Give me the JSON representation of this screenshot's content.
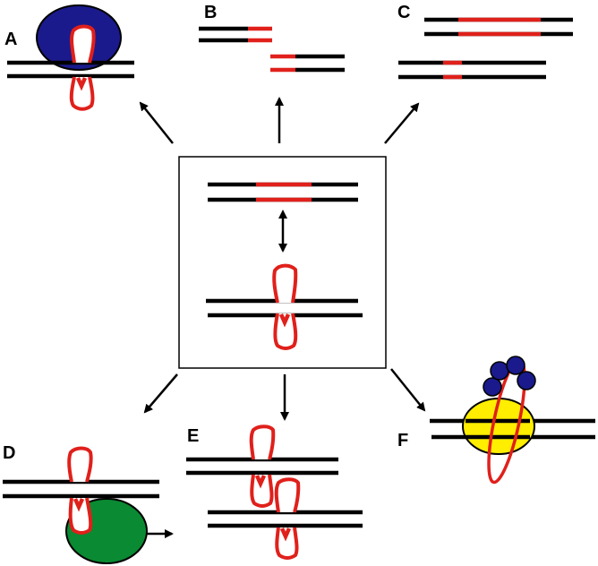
{
  "panels": {
    "A": {
      "label": "A",
      "protein_color": "#1a1a8c"
    },
    "B": {
      "label": "B"
    },
    "C": {
      "label": "C"
    },
    "D": {
      "label": "D",
      "protein_color": "#0a8a32"
    },
    "E": {
      "label": "E"
    },
    "F": {
      "label": "F",
      "protein_color": "#ffee00",
      "subunit_color": "#1a1a8c"
    }
  },
  "colors": {
    "dna": "#000000",
    "insert": "#e0201b"
  }
}
